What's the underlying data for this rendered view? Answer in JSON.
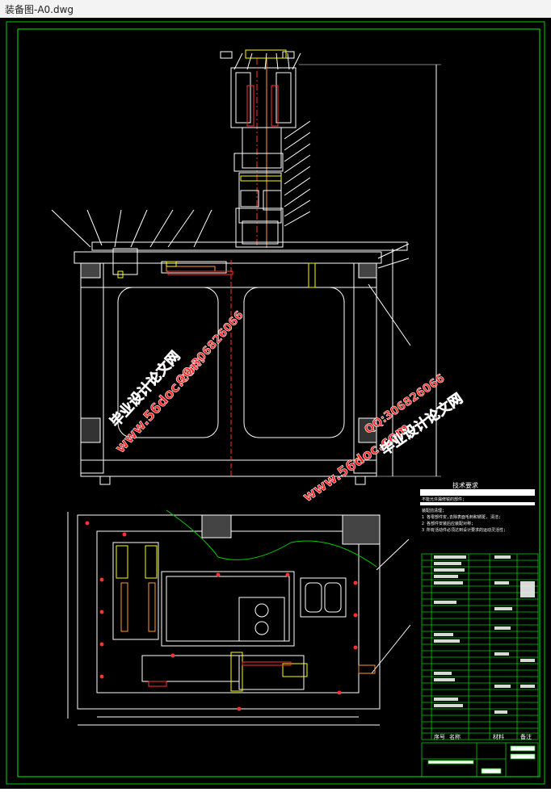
{
  "window": {
    "title": "装备图-A0.dwg"
  },
  "drawing": {
    "tech_requirements_title": "技术要求",
    "tech_requirements": [
      "不能允许漏修锐的部件;",
      "装配前清理;",
      "1 各零部件安,去除表面毛刺和锈斑, 清洁;",
      "2 各部件安装后应装配对称;",
      "3 所有活动件必须达到设计要求的运动灵活性;"
    ],
    "bom_header": [
      "序号",
      "名称",
      "材料",
      "备注"
    ],
    "watermark": {
      "site": "www.56doc.com",
      "brand": "毕业设计论文网",
      "qq": "QQ:306826066"
    }
  },
  "colors": {
    "frame": "#00cc00",
    "lines": "#ffffff",
    "center": "#ff3030",
    "hidden": "#ff9933",
    "accent": "#ffff00",
    "watermark": "#ff2222"
  }
}
